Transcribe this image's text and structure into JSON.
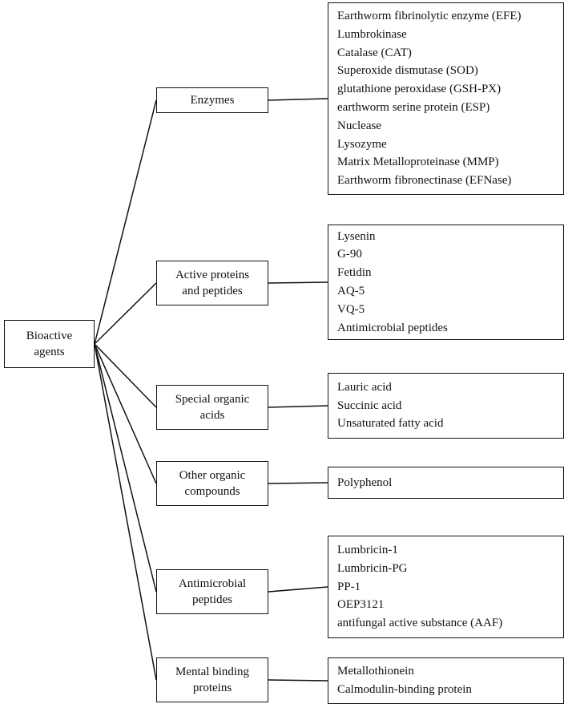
{
  "root": {
    "label": "Bioactive\nagents"
  },
  "categories": [
    {
      "label": "Enzymes",
      "items": [
        "Earthworm fibrinolytic enzyme (EFE)",
        "Lumbrokinase",
        "Catalase (CAT)",
        "Superoxide dismutase (SOD)",
        "glutathione peroxidase (GSH-PX)",
        "earthworm serine protein (ESP)",
        "Nuclease",
        "Lysozyme",
        "Matrix Metalloproteinase (MMP)",
        "Earthworm fibronectinase (EFNase)"
      ]
    },
    {
      "label": "Active proteins\nand peptides",
      "items": [
        "Lysenin",
        "G-90",
        "Fetidin",
        "AQ-5",
        "VQ-5",
        "Antimicrobial peptides"
      ]
    },
    {
      "label": "Special organic\nacids",
      "items": [
        "Lauric acid",
        "Succinic acid",
        "Unsaturated fatty acid"
      ]
    },
    {
      "label": "Other organic\ncompounds",
      "items": [
        "Polyphenol"
      ]
    },
    {
      "label": "Antimicrobial\npeptides",
      "items": [
        "Lumbricin-1",
        "Lumbricin-PG",
        "PP-1",
        "OEP3121",
        "antifungal active substance (AAF)"
      ]
    },
    {
      "label": "Mental binding\nproteins",
      "items": [
        "Metallothionein",
        "Calmodulin-binding protein"
      ]
    }
  ]
}
